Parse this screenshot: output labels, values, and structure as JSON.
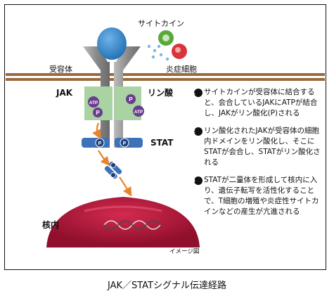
{
  "labels": {
    "cytokine": "サイトカイン",
    "receptor": "受容体",
    "inflammatory_cell": "炎症細胞",
    "jak": "JAK",
    "phosphorylation": "リン酸",
    "stat": "STAT",
    "nucleus": "核内",
    "atp": "ATP",
    "p": "P"
  },
  "steps": [
    {
      "number": "1",
      "text": "サイトカインが受容体に結合すると、会合しているJAKにATPが結合し、JAKがリン酸化(P)される"
    },
    {
      "number": "2",
      "text": "リン酸化されたJAKが受容体の細胞内ドメインをリン酸化し、そこにSTATが会合し、STATがリン酸化される"
    },
    {
      "number": "3",
      "text": "STATが二量体を形成して核内に入り、遺伝子転写を活性化することで、T細胞の増殖や炎症性サイトカインなどの産生が亢進される"
    }
  ],
  "image_note": "イメージ図",
  "caption": "JAK／STATシグナル伝達経路",
  "colors": {
    "membrane": "#9a6a3c",
    "receptor": "#8e8e8e",
    "cytokine": "#2f83c6",
    "jak": "#a9d3a2",
    "atp": "#6a3d8f",
    "stat": "#3d72b8",
    "arrow": "#e8852a",
    "nucleus": "#b5173a",
    "inflammatory_green": "#5aa83a",
    "inflammatory_red": "#d9343b"
  }
}
